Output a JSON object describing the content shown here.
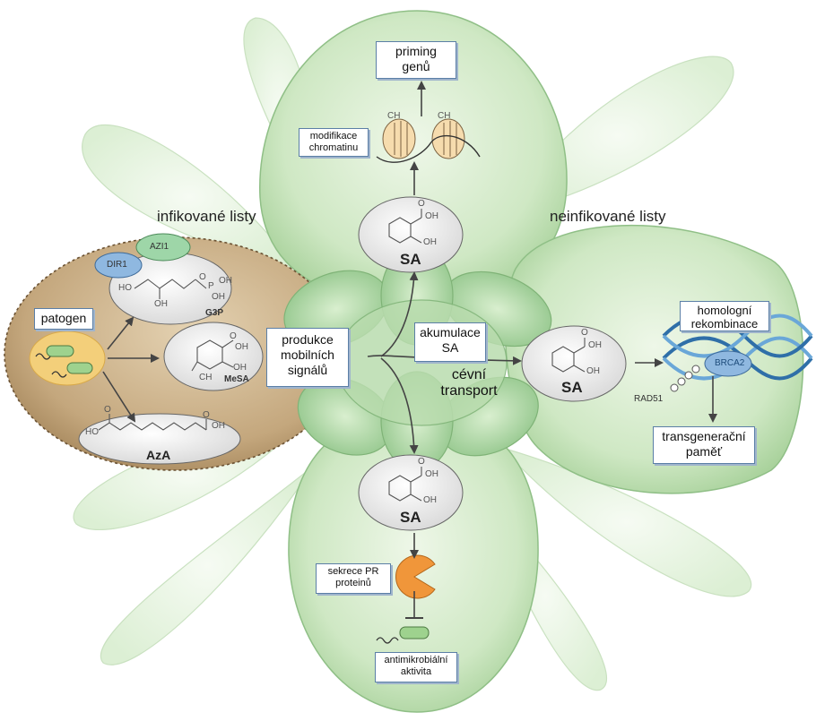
{
  "headings": {
    "infected": "infikované listy",
    "uninfected": "neinfikované listy"
  },
  "left_leaf": {
    "pathogen": "patogen",
    "azi1": "AZI1",
    "dir1": "DIR1",
    "g3p": "G3P",
    "mesa": "MeSA",
    "aza": "AzA",
    "g3p_ho": "HO",
    "g3p_oh": "OH",
    "g3p_p": "P",
    "g3p_o": "O",
    "g3p_oh2": "OH",
    "g3p_oh3": "OH",
    "mesa_o": "O",
    "mesa_oh": "OH",
    "mesa_oh2": "OH",
    "mesa_ch3": "CH",
    "aza_ho": "HO",
    "aza_oh": "OH",
    "aza_o1": "O",
    "aza_o2": "O"
  },
  "center": {
    "mobile_signals": "produkce mobilních signálů",
    "accumulation": "akumulace SA",
    "transport": "cévní transport"
  },
  "top_leaf": {
    "priming": "priming genů",
    "chromatin": "modifikace chromatinu",
    "ch3_a": "CH",
    "ch3_b": "CH",
    "sa": "SA",
    "sa_o": "O",
    "sa_oh": "OH",
    "sa_oh2": "OH"
  },
  "right_leaf": {
    "sa": "SA",
    "sa_o": "O",
    "sa_oh": "OH",
    "sa_oh2": "OH",
    "homologous": "homologní rekombinace",
    "brca2": "BRCA2",
    "rad51": "RAD51",
    "memory": "transgenerační paměť"
  },
  "bottom_leaf": {
    "sa": "SA",
    "sa_o": "O",
    "sa_oh": "OH",
    "sa_oh2": "OH",
    "pr_proteins": "sekrece PR proteinů",
    "antimicrobial": "antimikrobiální aktivita"
  },
  "colors": {
    "leaf_fill": "#cfe8c4",
    "leaf_edge": "#8fbf86",
    "infected_fill": "#bfa57e",
    "infected_edge": "#6b5233",
    "box_border": "#5b7fa6",
    "enzyme_orange": "#f0963a",
    "protein_blue": "#8fb8e0",
    "protein_green": "#9ed6a8"
  }
}
